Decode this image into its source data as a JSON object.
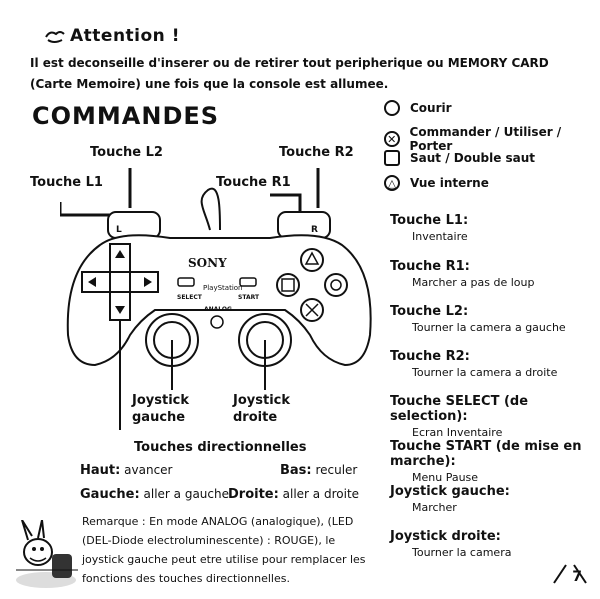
{
  "attention": {
    "title": "Attention !",
    "body": "Il est deconseille d'inserer ou de retirer tout peripherique ou MEMORY CARD (Carte Memoire) une fois que la console est allumee."
  },
  "commands_title": "COMMANDES",
  "legend": [
    {
      "symbol": "○",
      "shape": "circle-icon",
      "label": "Courir"
    },
    {
      "symbol": "✕",
      "shape": "cross-icon",
      "label": "Commander / Utiliser / Porter"
    },
    {
      "symbol": "□",
      "shape": "square-icon",
      "label": "Saut / Double saut"
    },
    {
      "symbol": "△",
      "shape": "triangle-icon",
      "label": "Vue interne"
    }
  ],
  "controller": {
    "l2": "Touche L2",
    "r2": "Touche R2",
    "l1": "Touche L1",
    "r1": "Touche R1",
    "l_mark": "L",
    "r_mark": "R",
    "brand": "SONY",
    "ps_label": "PlayStation",
    "select": "SELECT",
    "start": "START",
    "analog": "ANALOG",
    "joy_left": "Joystick gauche",
    "joy_right": "Joystick droite",
    "dpad": "Touches directionnelles"
  },
  "directions": {
    "up_key": "Haut:",
    "up_val": "avancer",
    "down_key": "Bas:",
    "down_val": "reculer",
    "left_key": "Gauche:",
    "left_val": "aller a gauche",
    "right_key": "Droite:",
    "right_val": "aller a droite"
  },
  "remark": "Remarque : En mode ANALOG (analogique), (LED (DEL-Diode electroluminescente) : ROUGE), le joystick gauche peut etre utilise pour remplacer les fonctions des touches directionnelles.",
  "functions": [
    {
      "key": "Touche L1:",
      "value": "Inventaire"
    },
    {
      "key": "Touche R1:",
      "value": "Marcher a pas de loup"
    },
    {
      "key": "Touche L2:",
      "value": "Tourner la camera a gauche"
    },
    {
      "key": "Touche R2:",
      "value": "Tourner la camera a droite"
    },
    {
      "key": "Touche SELECT (de selection):",
      "value": "Ecran Inventaire"
    },
    {
      "key": "Touche START (de mise en marche):",
      "value": "Menu Pause"
    },
    {
      "key": "Joystick gauche:",
      "value": "Marcher"
    },
    {
      "key": "Joystick droite:",
      "value": "Tourner la camera"
    }
  ],
  "page_number": "7"
}
